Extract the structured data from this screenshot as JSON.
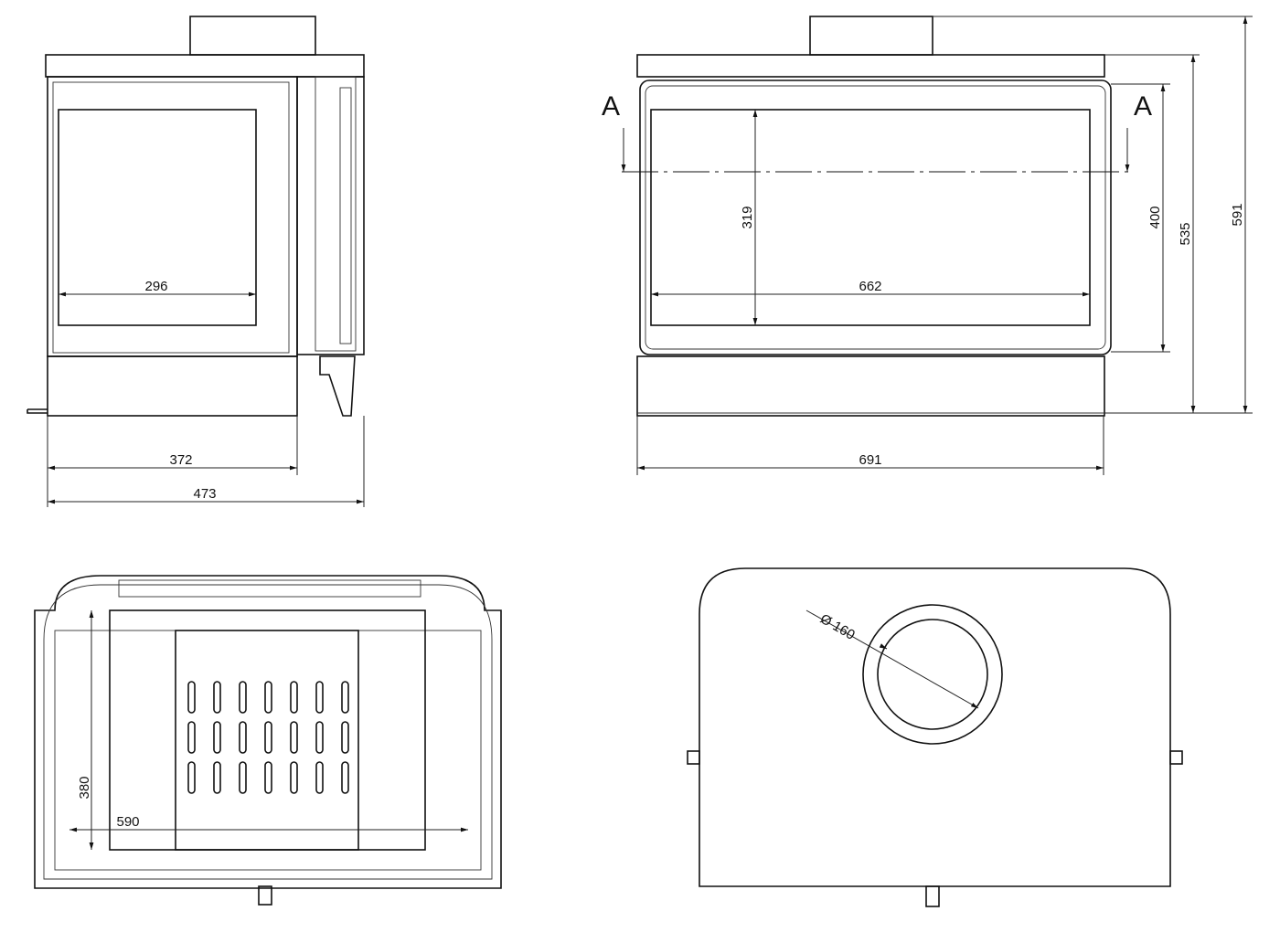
{
  "side_view": {
    "dims": {
      "glass_width": "296",
      "body_depth": "372",
      "total_depth": "473"
    }
  },
  "front_view": {
    "dims": {
      "glass_height": "319",
      "glass_width": "662",
      "door_height": "400",
      "body_height": "535",
      "total_height": "591",
      "total_width": "691"
    },
    "section_label_left": "A",
    "section_label_right": "A"
  },
  "plan_view": {
    "dims": {
      "firebox_depth": "380",
      "firebox_width": "590"
    }
  },
  "top_view": {
    "dims": {
      "flue_diameter": "Ø 160"
    }
  }
}
